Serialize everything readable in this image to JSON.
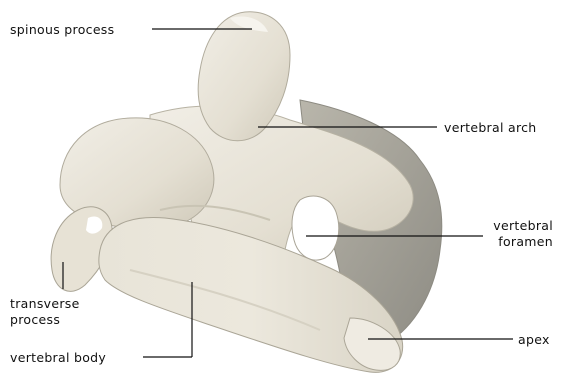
{
  "figure": {
    "colors": {
      "bone_light": "#eeeae0",
      "bone_mid": "#d8d3c4",
      "bone_shadow": "#9c9a90",
      "leader": "#111111"
    }
  },
  "labels": {
    "spinous_process": "spinous process",
    "vertebral_arch": "vertebral arch",
    "vertebral_foramen_1": "vertebral",
    "vertebral_foramen_2": "foramen",
    "transverse_process_1": "transverse",
    "transverse_process_2": "process",
    "vertebral_body": "vertebral body",
    "apex": "apex"
  }
}
